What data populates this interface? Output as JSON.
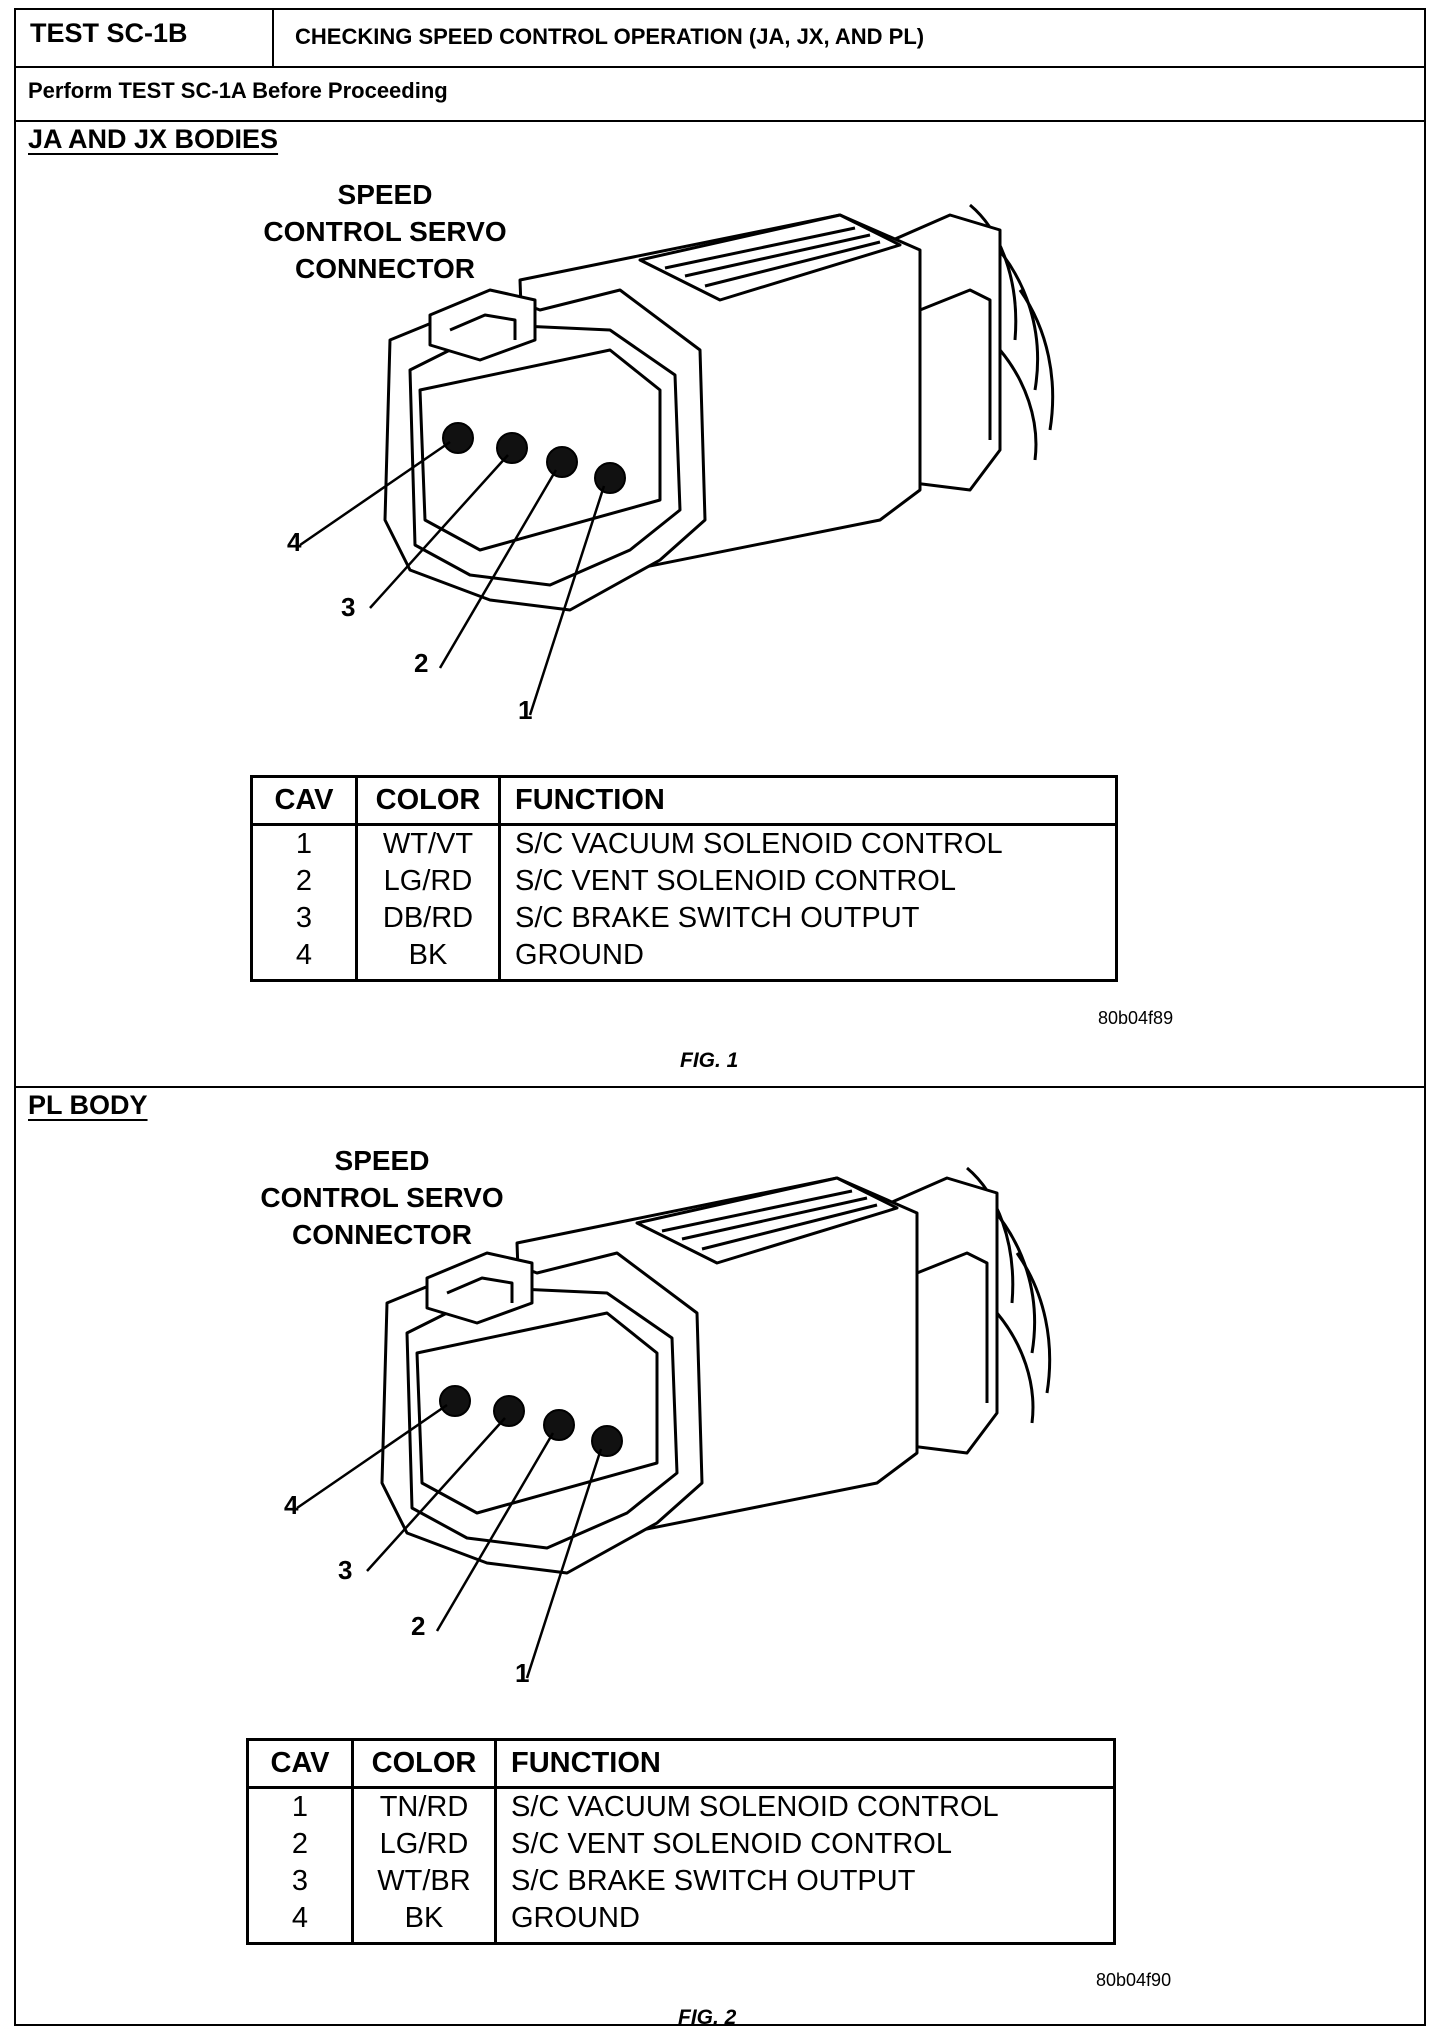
{
  "header": {
    "test_id": "TEST SC-1B",
    "title": "CHECKING SPEED CONTROL OPERATION (JA, JX, AND PL)",
    "note": "Perform TEST SC-1A Before Proceeding"
  },
  "sections": [
    {
      "heading": "JA AND JX BODIES",
      "connector_title": [
        "SPEED",
        "CONTROL SERVO",
        "CONNECTOR"
      ],
      "callouts": [
        "4",
        "3",
        "2",
        "1"
      ],
      "table": {
        "headers": [
          "CAV",
          "COLOR",
          "FUNCTION"
        ],
        "rows": [
          [
            "1",
            "WT/VT",
            "S/C VACUUM SOLENOID CONTROL"
          ],
          [
            "2",
            "LG/RD",
            "S/C VENT SOLENOID CONTROL"
          ],
          [
            "3",
            "DB/RD",
            "S/C BRAKE SWITCH OUTPUT"
          ],
          [
            "4",
            "BK",
            "GROUND"
          ]
        ]
      },
      "ref": "80b04f89",
      "caption": "FIG. 1"
    },
    {
      "heading": "PL BODY",
      "connector_title": [
        "SPEED",
        "CONTROL SERVO",
        "CONNECTOR"
      ],
      "callouts": [
        "4",
        "3",
        "2",
        "1"
      ],
      "table": {
        "headers": [
          "CAV",
          "COLOR",
          "FUNCTION"
        ],
        "rows": [
          [
            "1",
            "TN/RD",
            "S/C VACUUM SOLENOID CONTROL"
          ],
          [
            "2",
            "LG/RD",
            "S/C VENT SOLENOID CONTROL"
          ],
          [
            "3",
            "WT/BR",
            "S/C BRAKE SWITCH OUTPUT"
          ],
          [
            "4",
            "BK",
            "GROUND"
          ]
        ]
      },
      "ref": "80b04f90",
      "caption": "FIG. 2"
    }
  ]
}
